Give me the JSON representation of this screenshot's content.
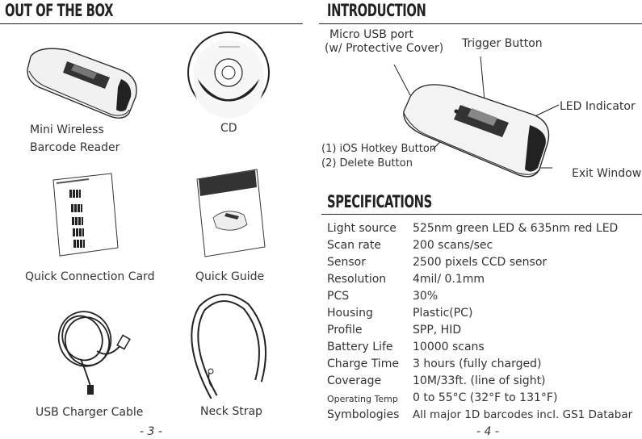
{
  "left": {
    "heading": "OUT OF THE BOX",
    "items": {
      "reader": [
        "Mini Wireless",
        "Barcode Reader"
      ],
      "cd": "CD",
      "qcc": "Quick Connection Card",
      "guide": "Quick Guide",
      "cable": "USB Charger Cable",
      "strap": "Neck Strap"
    },
    "page": "- 3 -"
  },
  "right": {
    "heading": "INTRODUCTION",
    "callouts": {
      "usb": [
        "Micro USB port",
        "(w/ Protective Cover)"
      ],
      "trigger": "Trigger Button",
      "led": "LED Indicator",
      "hotkey": [
        "(1) iOS Hotkey Button",
        "(2) Delete Button"
      ],
      "exit": "Exit Window"
    },
    "spec_heading": "SPECIFICATIONS",
    "specs": [
      {
        "k": "Light source",
        "v": "525nm green LED & 635nm red LED"
      },
      {
        "k": "Scan rate",
        "v": "200 scans/sec"
      },
      {
        "k": "Sensor",
        "v": "2500 pixels CCD sensor"
      },
      {
        "k": "Resolution",
        "v": "4mil/ 0.1mm"
      },
      {
        "k": "PCS",
        "v": "30%"
      },
      {
        "k": "Housing",
        "v": "Plastic(PC)"
      },
      {
        "k": "Profile",
        "v": "SPP, HID"
      },
      {
        "k": "Battery Life",
        "v": "10000 scans"
      },
      {
        "k": "Charge Time",
        "v": "3 hours (fully charged)"
      },
      {
        "k": "Coverage",
        "v": "10M/33ft. (line of sight)"
      },
      {
        "k": "Operating Temp",
        "v": "0 to 55°C (32°F to 131°F)"
      },
      {
        "k": "Symbologies",
        "v": "All major 1D barcodes incl. GS1 Databar"
      }
    ],
    "page": "- 4 -"
  }
}
